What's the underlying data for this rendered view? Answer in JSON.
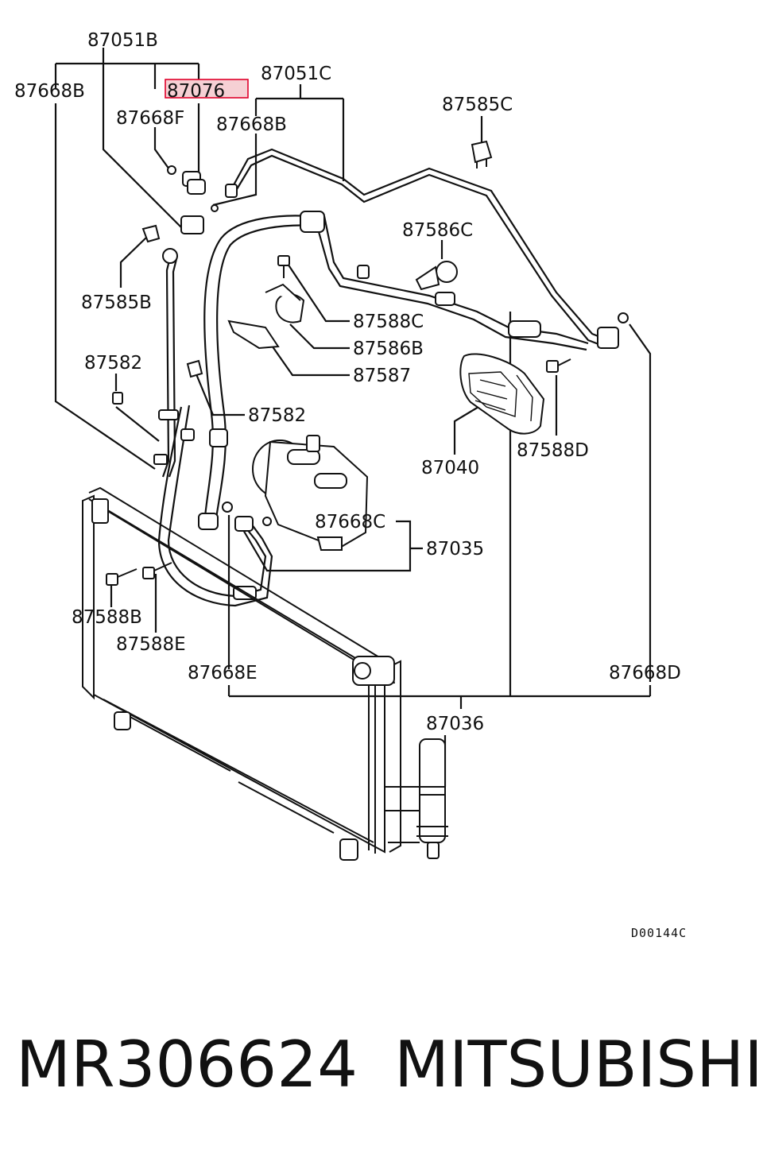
{
  "diagram": {
    "labels": {
      "p87051B": "87051B",
      "p87668B_left": "87668B",
      "p87076": "87076",
      "p87051C": "87051C",
      "p87668F": "87668F",
      "p87668B_mid": "87668B",
      "p87585C": "87585C",
      "p87586C": "87586C",
      "p87585B": "87585B",
      "p87588C": "87588C",
      "p87586B": "87586B",
      "p87587": "87587",
      "p87582_top": "87582",
      "p87582_mid": "87582",
      "p87040": "87040",
      "p87588D": "87588D",
      "p87668C": "87668C",
      "p87035": "87035",
      "p87588B": "87588B",
      "p87588E": "87588E",
      "p87668E": "87668E",
      "p87668D": "87668D",
      "p87036": "87036"
    },
    "highlighted_part": "87076",
    "highlight_color": "#e0002a",
    "drawing_code": "D00144C"
  },
  "footer": {
    "part_number": "MR306624",
    "brand": "MITSUBISHI"
  }
}
